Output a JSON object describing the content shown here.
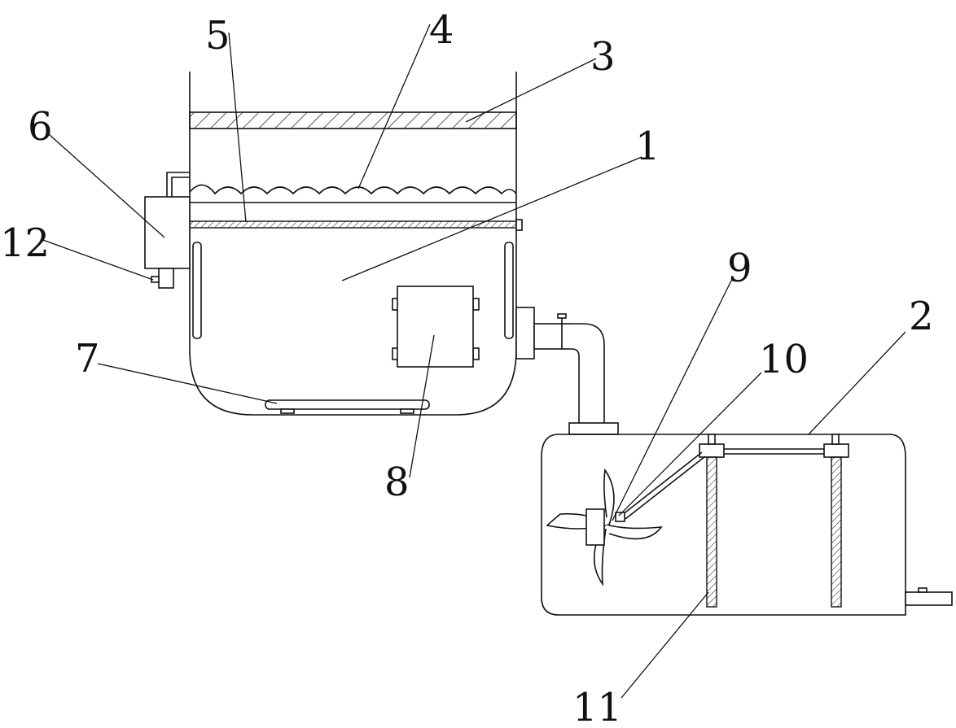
{
  "callouts": [
    {
      "id": "c5",
      "text": "5"
    },
    {
      "id": "c4",
      "text": "4"
    },
    {
      "id": "c3",
      "text": "3"
    },
    {
      "id": "c6",
      "text": "6"
    },
    {
      "id": "c1",
      "text": "1"
    },
    {
      "id": "c12",
      "text": "12"
    },
    {
      "id": "c9",
      "text": "9"
    },
    {
      "id": "c2",
      "text": "2"
    },
    {
      "id": "c10",
      "text": "10"
    },
    {
      "id": "c7",
      "text": "7"
    },
    {
      "id": "c8",
      "text": "8"
    },
    {
      "id": "c11",
      "text": "11"
    }
  ]
}
